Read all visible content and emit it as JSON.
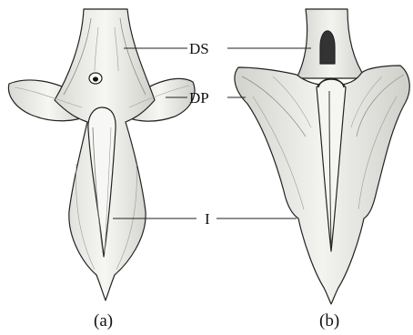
{
  "labels": {
    "ds": "DS",
    "dp": "DP",
    "i": "I"
  },
  "captions": {
    "a": "(a)",
    "b": "(b)"
  },
  "colors": {
    "stroke": "#222222",
    "fill": "#f1f1ef",
    "shade": "#bdbdb8",
    "dark": "#555555"
  }
}
